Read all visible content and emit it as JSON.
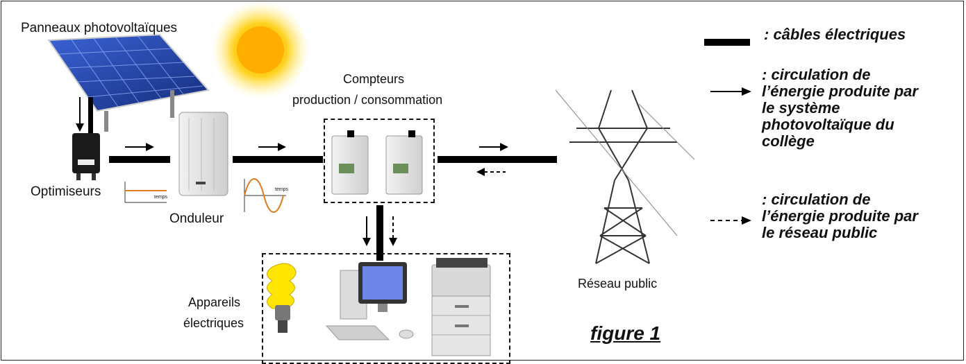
{
  "labels": {
    "panels": "Panneaux photovoltaïques",
    "optimizers": "Optimiseurs",
    "inverter": "Onduleur",
    "meters_line1": "Compteurs",
    "meters_line2": "production / consommation",
    "grid": "Réseau public",
    "devices_line1": "Appareils",
    "devices_line2": "électriques",
    "figure": "figure 1",
    "graph_axis_label": "temps"
  },
  "legend": {
    "cables": ": câbles électriques",
    "pv_flow": [
      ": circulation de",
      "l’énergie produite par",
      "le système",
      "photovoltaïque du",
      "collège"
    ],
    "grid_flow": [
      ": circulation de",
      "l’énergie produite par",
      "le réseau public"
    ]
  },
  "colors": {
    "cable": "#000000",
    "sun": "#f7c21a",
    "panel": "#1f3f9e",
    "curve": "#e07a1f"
  }
}
